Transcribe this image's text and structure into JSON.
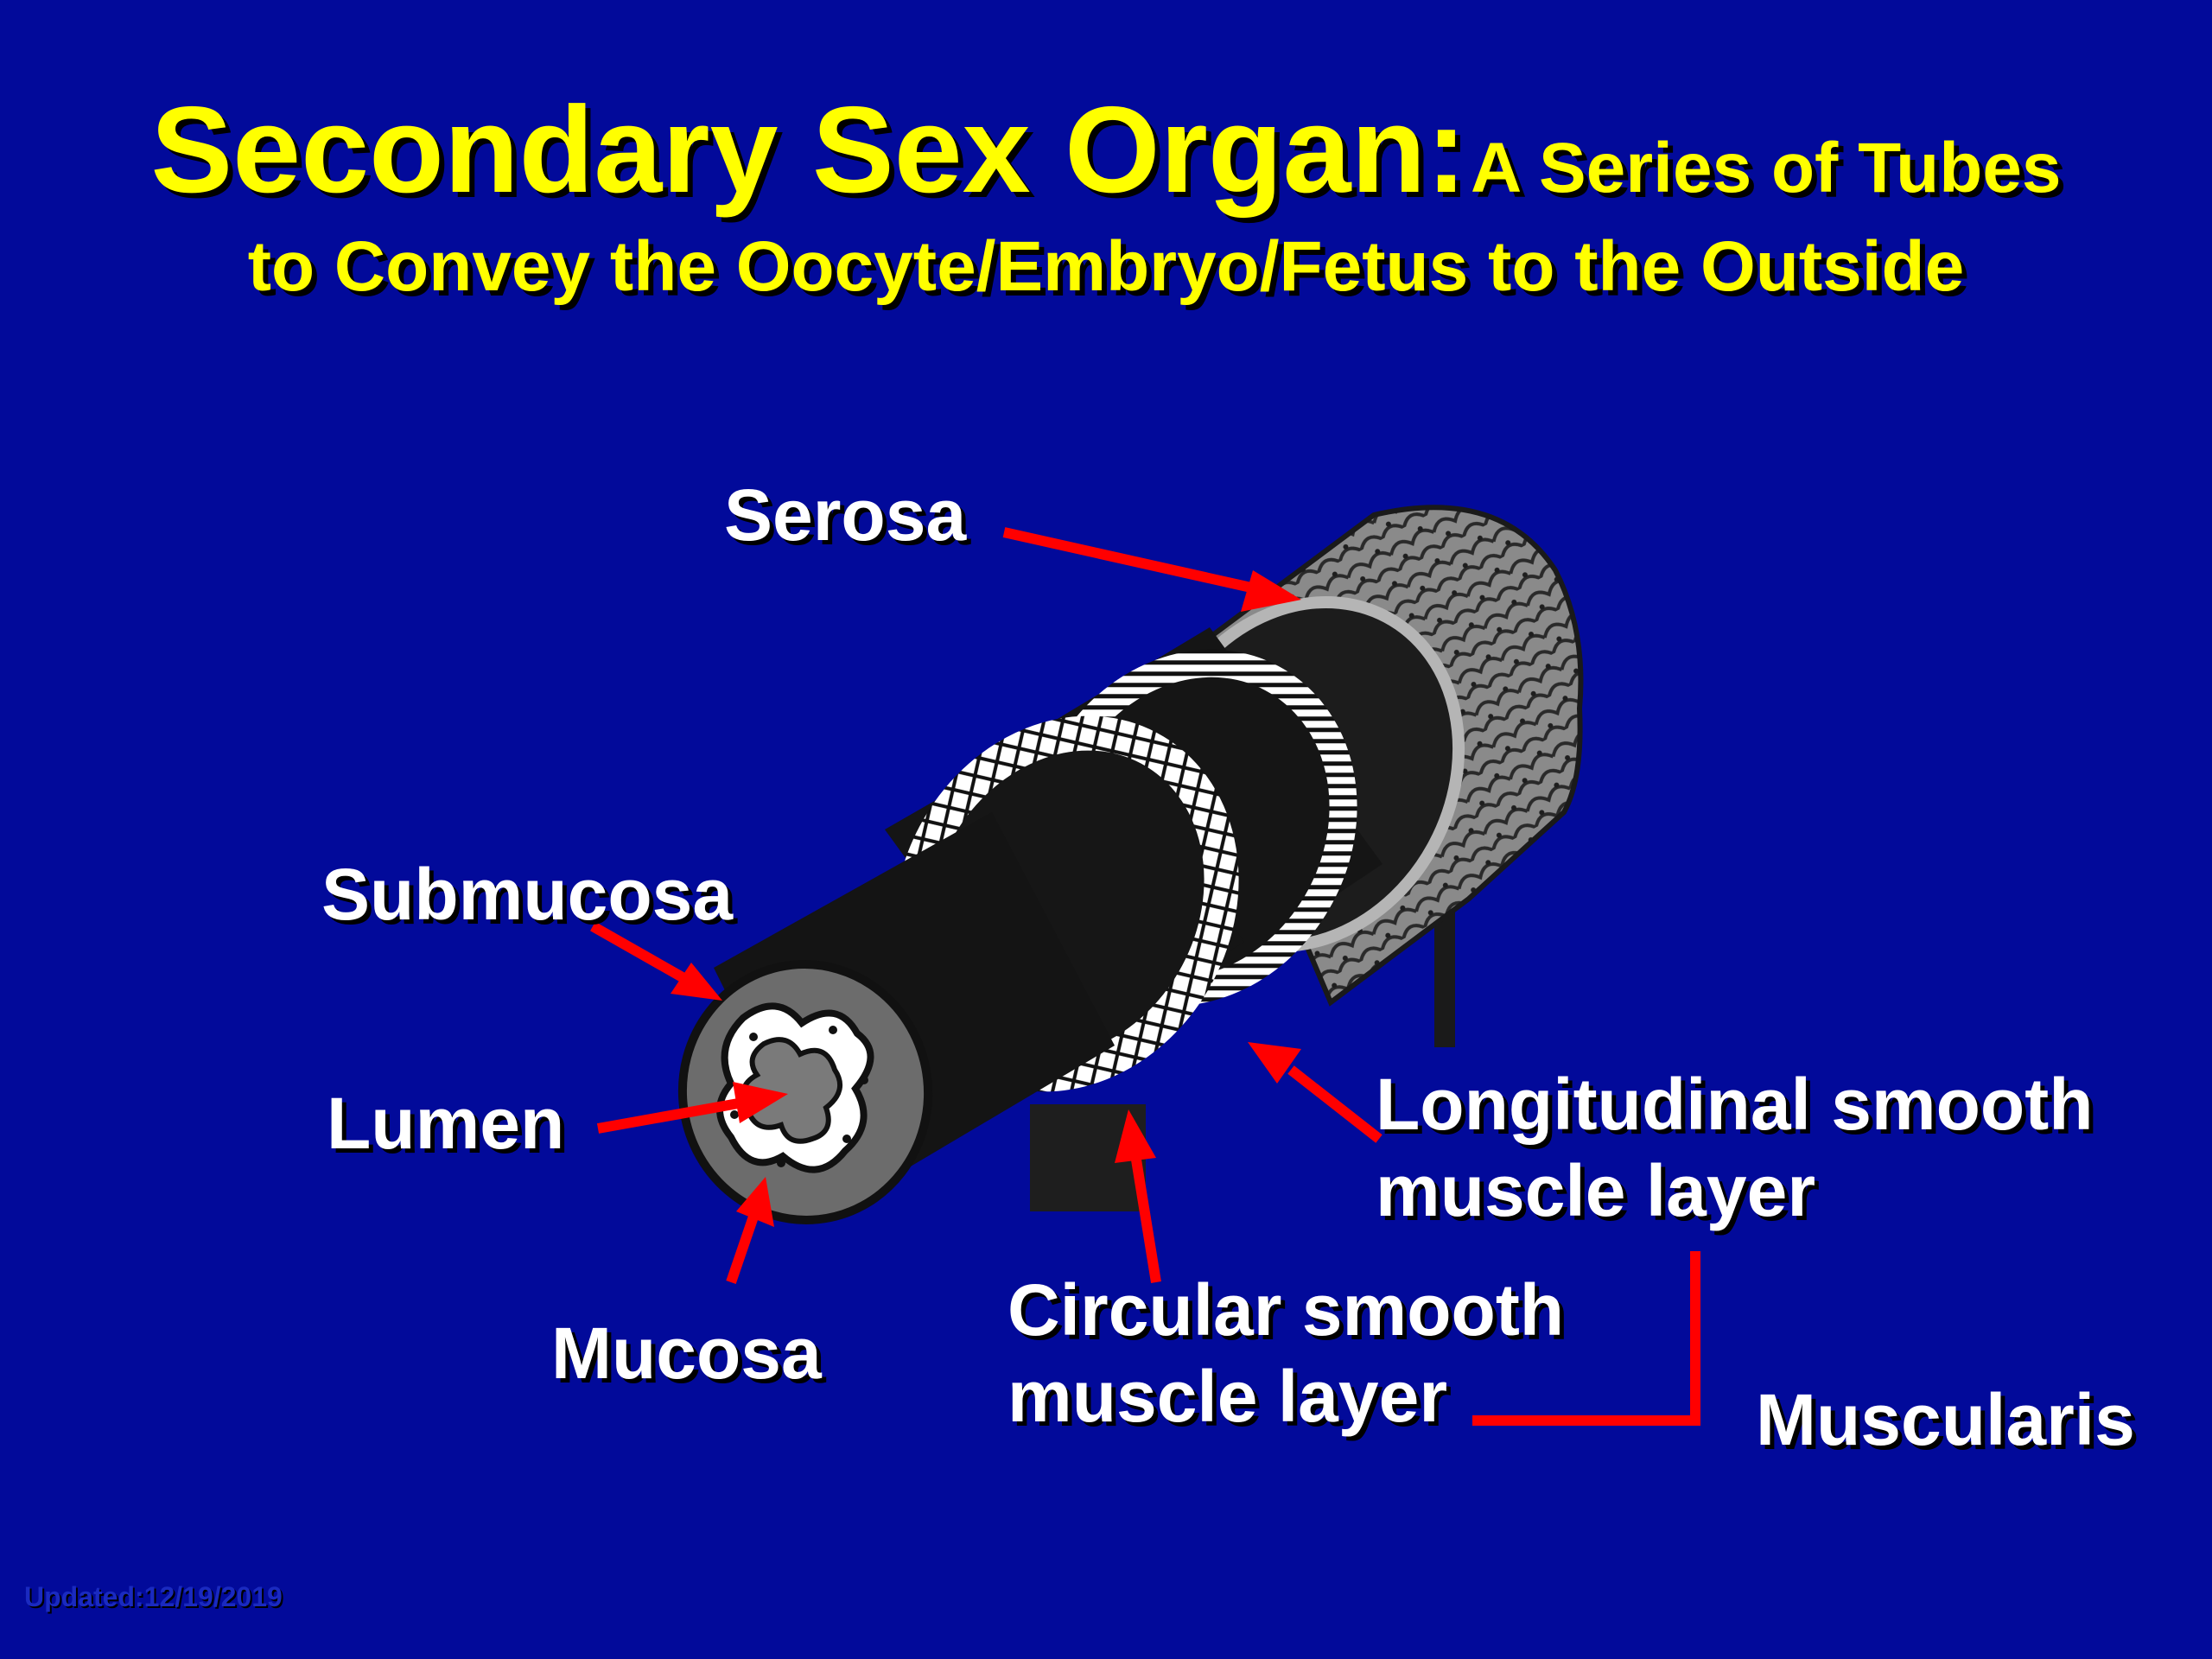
{
  "title": {
    "main": "Secondary Sex Organ:",
    "sub_line1": "A Series of Tubes",
    "sub_line2": "to Convey the Oocyte/Embryo/Fetus to the Outside"
  },
  "labels": {
    "serosa": "Serosa",
    "submucosa": "Submucosa",
    "lumen": "Lumen",
    "mucosa": "Mucosa",
    "longitudinal_line1": "Longitudinal smooth",
    "longitudinal_line2": "muscle layer",
    "circular_line1": "Circular smooth",
    "circular_line2": "muscle layer",
    "muscularis": "Muscularis"
  },
  "footer": "Updated:12/19/2019",
  "colors": {
    "background": "#020a9a",
    "title": "#ffff00",
    "label": "#ffffff",
    "arrow": "#ff0000"
  }
}
